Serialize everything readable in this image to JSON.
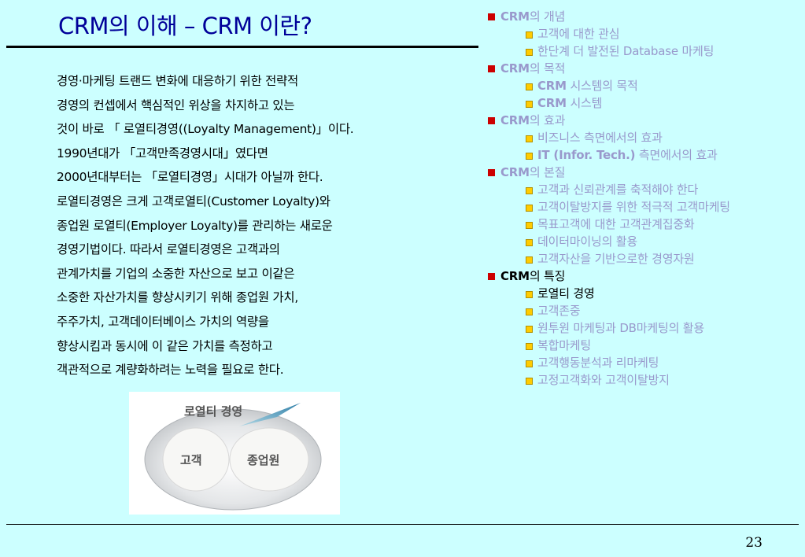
{
  "slide": {
    "title": "CRM의 이해 – CRM 이란?",
    "page_number": "23"
  },
  "body_lines": [
    "경영·마케팅 트랜드 변화에 대응하기 위한 전략적",
    "경영의 컨셉에서 핵심적인 위상을 차지하고 있는",
    "것이 바로 「 로열티경영((Loyalty Management)」이다.",
    "1990년대가 「고객만족경영시대」였다면",
    "2000년대부터는 「로열티경영」시대가 아닐까 한다.",
    "로열티경영은 크게 고객로열티(Customer Loyalty)와",
    "종업원 로열티(Employer Loyalty)를 관리하는 새로운",
    "경영기법이다. 따라서 로열티경영은 고객과의",
    "관계가치를 기업의 소중한 자산으로 보고 이같은",
    "소중한 자산가치를 향상시키기 위해 종업원 가치,",
    "주주가치, 고객데이터베이스 가치의 역량을",
    "향상시킴과 동시에 이 같은 가치를 측정하고",
    "객관적으로 계량화하려는 노력을 필요로 한다."
  ],
  "figure": {
    "label_top": "로열티 경영",
    "label_left": "고객",
    "label_right": "종업원"
  },
  "outline": [
    {
      "level": 1,
      "pre": "CRM",
      "text": "의 개념",
      "active": false
    },
    {
      "level": 2,
      "pre": "",
      "text": "고객에 대한 관심",
      "active": false
    },
    {
      "level": 2,
      "pre": "",
      "text": "한단계 더 발전된 Database 마케팅",
      "active": false
    },
    {
      "level": 1,
      "pre": "CRM",
      "text": "의 목적",
      "active": false
    },
    {
      "level": 2,
      "pre": "CRM",
      "text": " 시스템의 목적",
      "active": false
    },
    {
      "level": 2,
      "pre": "CRM",
      "text": " 시스템",
      "active": false
    },
    {
      "level": 1,
      "pre": "CRM",
      "text": "의 효과",
      "active": false
    },
    {
      "level": 2,
      "pre": "",
      "text": "비즈니스 측면에서의 효과",
      "active": false
    },
    {
      "level": 2,
      "pre": "IT (Infor. Tech.)",
      "text": " 측면에서의 효과",
      "active": false
    },
    {
      "level": 1,
      "pre": "CRM",
      "text": "의 본질",
      "active": false
    },
    {
      "level": 2,
      "pre": "",
      "text": "고객과 신뢰관계를 축적해야 한다",
      "active": false
    },
    {
      "level": 2,
      "pre": "",
      "text": "고객이탈방지를 위한 적극적 고객마케팅",
      "active": false
    },
    {
      "level": 2,
      "pre": "",
      "text": "목표고객에 대한 고객관계집중화",
      "active": false
    },
    {
      "level": 2,
      "pre": "",
      "text": "데이터마이닝의 활용",
      "active": false
    },
    {
      "level": 2,
      "pre": "",
      "text": "고객자산을 기반으로한 경영자원",
      "active": false
    },
    {
      "level": 1,
      "pre": "CRM",
      "text": "의 특징",
      "active": true
    },
    {
      "level": 2,
      "pre": "",
      "text": "로열티 경영",
      "active": true
    },
    {
      "level": 2,
      "pre": "",
      "text": "고객존중",
      "active": false
    },
    {
      "level": 2,
      "pre": "",
      "text": "원투원 마케팅과 DB마케팅의 활용",
      "active": false
    },
    {
      "level": 2,
      "pre": "",
      "text": "복합마케팅",
      "active": false
    },
    {
      "level": 2,
      "pre": "",
      "text": "고객행동분석과 리마케팅",
      "active": false
    },
    {
      "level": 2,
      "pre": "",
      "text": "고정고객화와 고객이탈방지",
      "active": false
    }
  ],
  "colors": {
    "background": "#ccffff",
    "title": "#000099",
    "inactive_outline": "#9999cc",
    "level1_bullet": "#cc0000",
    "level2_bullet": "#ffcc00"
  }
}
